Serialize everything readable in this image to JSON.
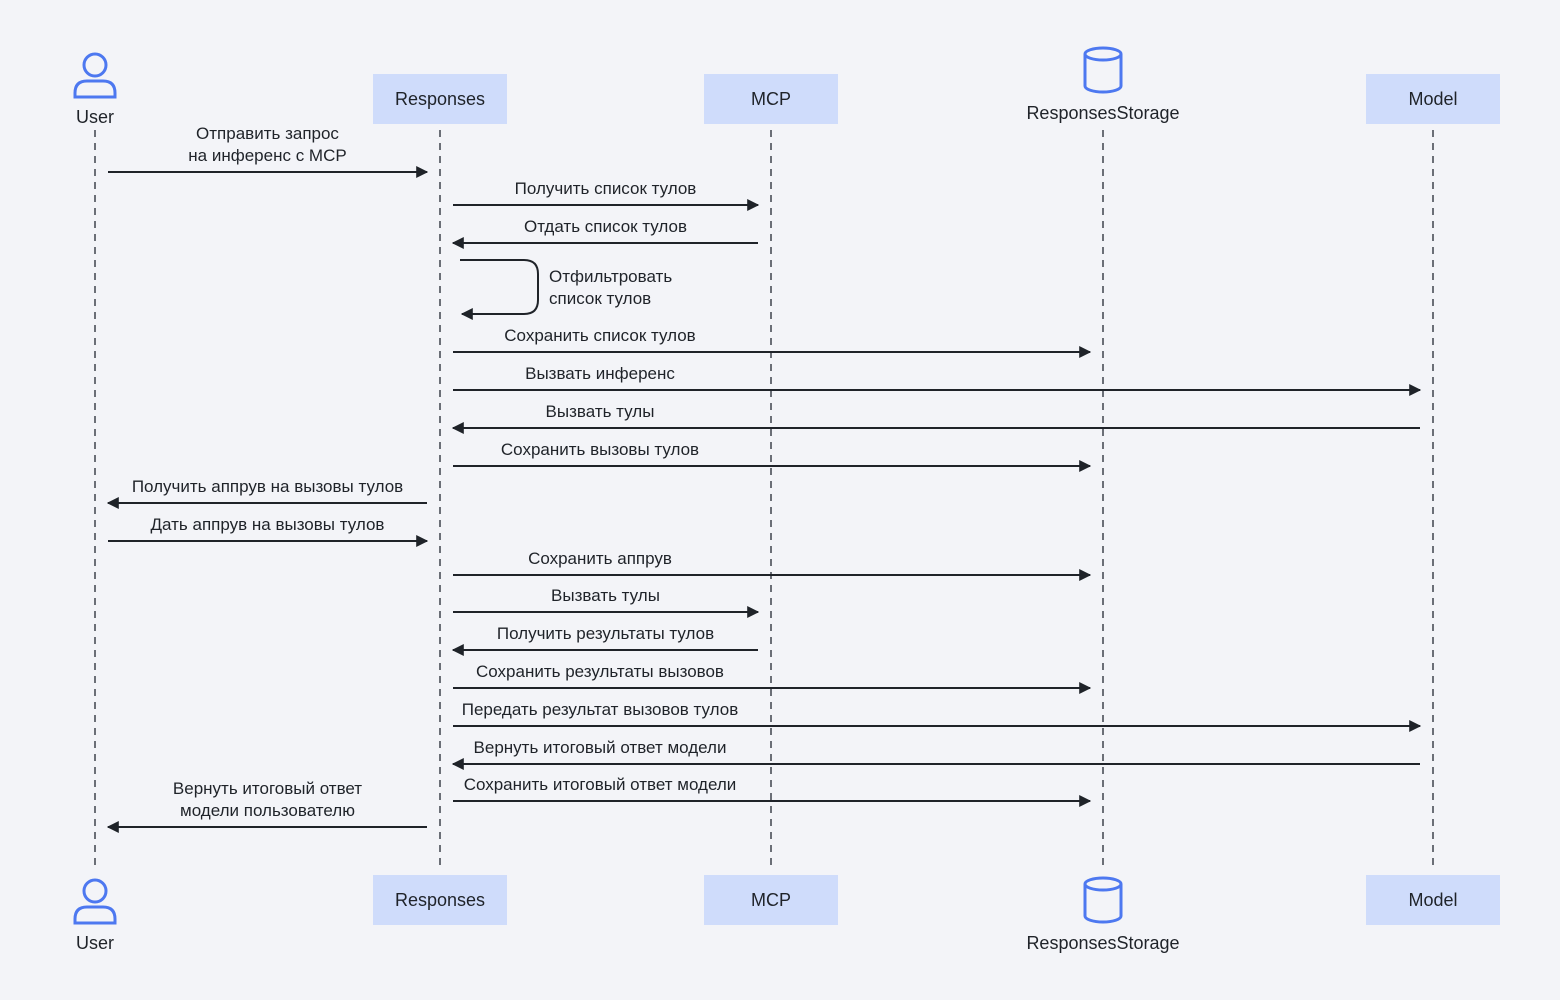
{
  "participants": [
    {
      "id": "user",
      "name": "User",
      "kind": "actor",
      "icon": "user-icon"
    },
    {
      "id": "responses",
      "name": "Responses",
      "kind": "box"
    },
    {
      "id": "mcp",
      "name": "MCP",
      "kind": "box"
    },
    {
      "id": "storage",
      "name": "ResponsesStorage",
      "kind": "database",
      "icon": "database-icon"
    },
    {
      "id": "model",
      "name": "Model",
      "kind": "box"
    }
  ],
  "messages": [
    {
      "from": "user",
      "to": "responses",
      "lines": [
        "Отправить запрос",
        "на инференс с MCP"
      ]
    },
    {
      "from": "responses",
      "to": "mcp",
      "lines": [
        "Получить список тулов"
      ]
    },
    {
      "from": "mcp",
      "to": "responses",
      "lines": [
        "Отдать список тулов"
      ]
    },
    {
      "from": "responses",
      "to": "responses",
      "self": true,
      "lines": [
        "Отфильтровать",
        "список тулов"
      ]
    },
    {
      "from": "responses",
      "to": "storage",
      "lines": [
        "Сохранить список тулов"
      ]
    },
    {
      "from": "responses",
      "to": "model",
      "lines": [
        "Вызвать инференс"
      ]
    },
    {
      "from": "model",
      "to": "responses",
      "lines": [
        "Вызвать тулы"
      ]
    },
    {
      "from": "responses",
      "to": "storage",
      "lines": [
        "Сохранить вызовы тулов"
      ]
    },
    {
      "from": "responses",
      "to": "user",
      "lines": [
        "Получить аппрув на вызовы тулов"
      ]
    },
    {
      "from": "user",
      "to": "responses",
      "lines": [
        "Дать аппрув на вызовы тулов"
      ]
    },
    {
      "from": "responses",
      "to": "storage",
      "lines": [
        "Сохранить аппрув"
      ]
    },
    {
      "from": "responses",
      "to": "mcp",
      "lines": [
        "Вызвать тулы"
      ]
    },
    {
      "from": "mcp",
      "to": "responses",
      "lines": [
        "Получить результаты тулов"
      ]
    },
    {
      "from": "responses",
      "to": "storage",
      "lines": [
        "Сохранить результаты вызовов"
      ]
    },
    {
      "from": "responses",
      "to": "model",
      "lines": [
        "Передать результат вызовов тулов"
      ]
    },
    {
      "from": "model",
      "to": "responses",
      "lines": [
        "Вернуть итоговый ответ модели"
      ]
    },
    {
      "from": "responses",
      "to": "storage",
      "lines": [
        "Сохранить итоговый ответ модели"
      ]
    },
    {
      "from": "responses",
      "to": "user",
      "lines": [
        "Вернуть итоговый ответ",
        "модели пользователю"
      ]
    }
  ],
  "colors": {
    "background": "#f3f4f8",
    "participant_box": "#cfdcfb",
    "icon_stroke": "#4d78f0",
    "line": "#1f2329",
    "lifeline": "#6b6f77"
  }
}
